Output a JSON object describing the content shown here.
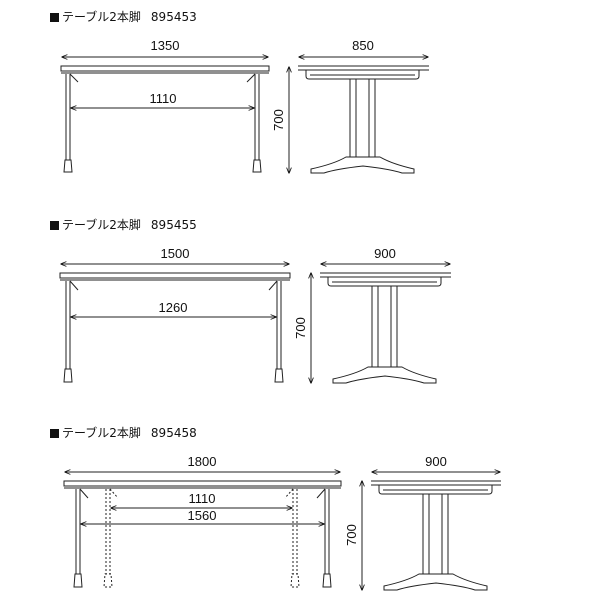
{
  "tables": [
    {
      "name": "テーブル2本脚",
      "code": "895453",
      "width_label": "1350",
      "inner_label": "1110",
      "height_label": "700",
      "depth_label": "850"
    },
    {
      "name": "テーブル2本脚",
      "code": "895455",
      "width_label": "1500",
      "inner_label": "1260",
      "height_label": "700",
      "depth_label": "900"
    },
    {
      "name": "テーブル2本脚",
      "code": "895458",
      "width_label": "1800",
      "inner_label": "1110",
      "inner_label_2": "1560",
      "height_label": "700",
      "depth_label": "900"
    }
  ]
}
